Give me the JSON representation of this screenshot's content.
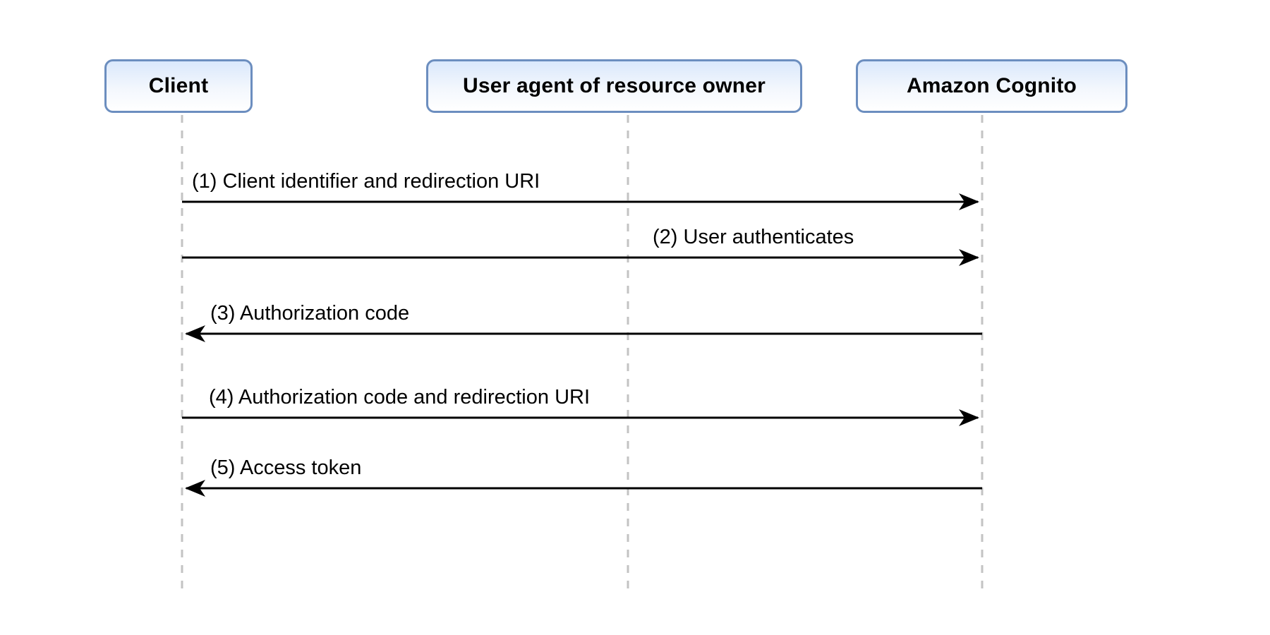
{
  "actors": [
    {
      "label": "Client"
    },
    {
      "label": "User agent of resource owner"
    },
    {
      "label": "Amazon Cognito"
    }
  ],
  "messages": [
    {
      "step": 1,
      "label": "(1) Client identifier and redirection URI",
      "from": "Client",
      "to": "Amazon Cognito",
      "direction": "right"
    },
    {
      "step": 2,
      "label": "(2) User authenticates",
      "from": "Client",
      "to": "Amazon Cognito",
      "direction": "right"
    },
    {
      "step": 3,
      "label": "(3) Authorization code",
      "from": "Amazon Cognito",
      "to": "Client",
      "direction": "left"
    },
    {
      "step": 4,
      "label": "(4) Authorization code and redirection URI",
      "from": "Client",
      "to": "Amazon Cognito",
      "direction": "right"
    },
    {
      "step": 5,
      "label": "(5) Access token",
      "from": "Amazon Cognito",
      "to": "Client",
      "direction": "left"
    }
  ],
  "colors": {
    "actor_border": "#6c8ebf",
    "actor_fill_top": "#dae8fc",
    "actor_fill_bottom": "#ffffff",
    "lifeline": "#c3c3c3",
    "arrow": "#000000",
    "text": "#000000",
    "background": "#ffffff"
  }
}
